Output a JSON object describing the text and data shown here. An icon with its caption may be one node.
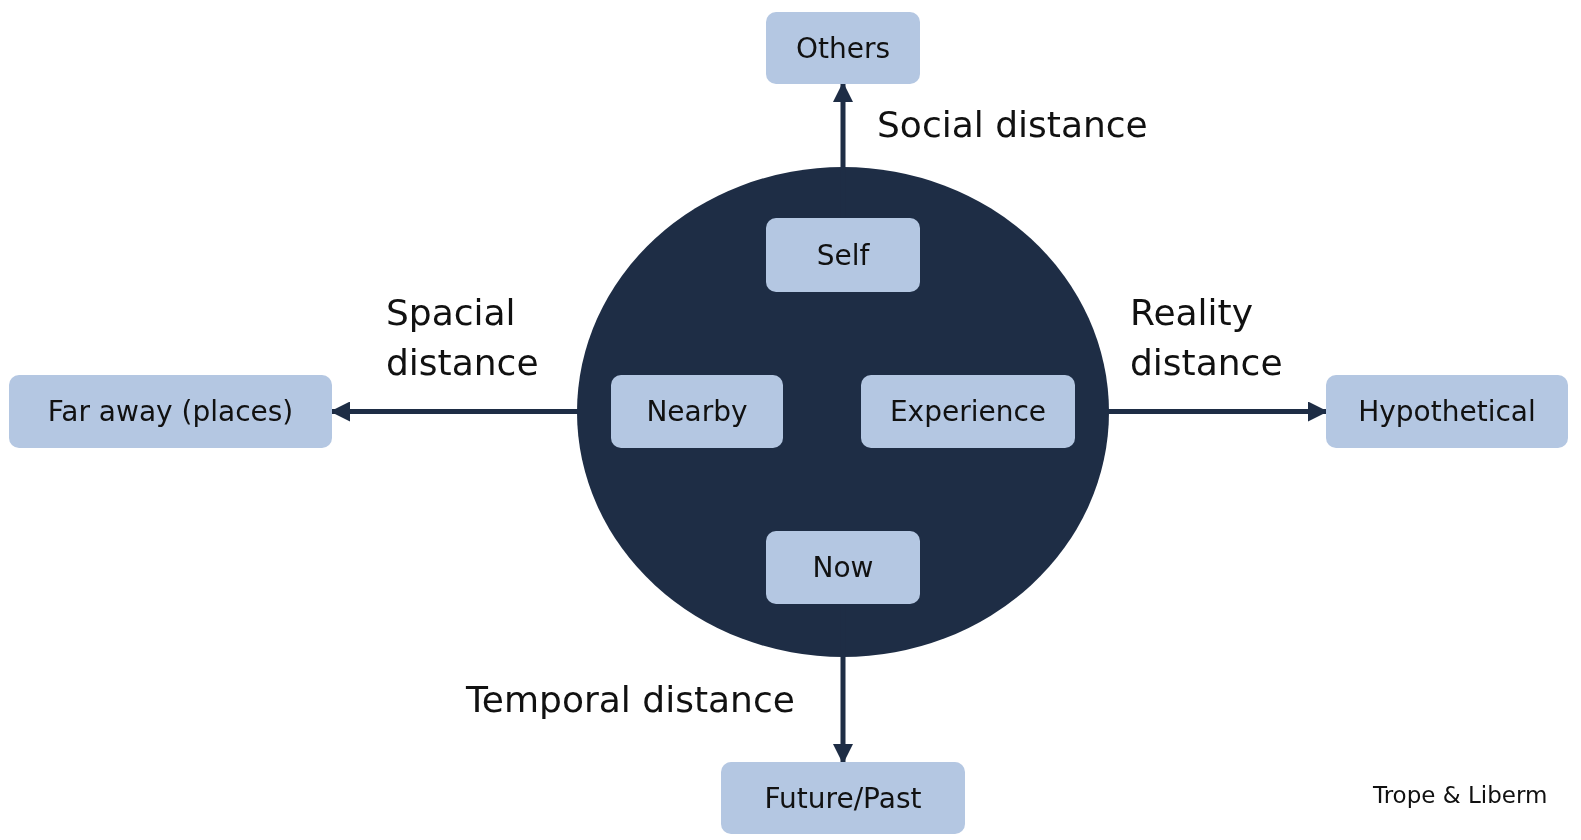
{
  "diagram": {
    "nodes": [
      {
        "text": [
          "Others"
        ]
      },
      {
        "text": [],
        "shape": "circle"
      },
      {
        "text": [
          "Self"
        ],
        "in": 1
      },
      {
        "text": [
          "Far away (places)"
        ]
      },
      {
        "text": [
          "Nearby"
        ],
        "in": 1
      },
      {
        "text": [
          "Experience"
        ],
        "in": 1
      },
      {
        "text": [
          "Hypothetical"
        ]
      },
      {
        "text": [
          "Now"
        ],
        "in": 1
      },
      {
        "text": [
          "Future/Past"
        ]
      }
    ],
    "edges": [
      {
        "from": 2,
        "to": 0,
        "arrow": "to",
        "label": "Social distance"
      },
      {
        "from": 4,
        "to": 3,
        "arrow": "to",
        "label": "Spacial distance"
      },
      {
        "from": 5,
        "to": 6,
        "arrow": "to",
        "label": "Reality distance"
      },
      {
        "from": 7,
        "to": 8,
        "arrow": "to",
        "label": "Temporal distance"
      }
    ],
    "labels": [
      "Trope & Liberm"
    ]
  }
}
